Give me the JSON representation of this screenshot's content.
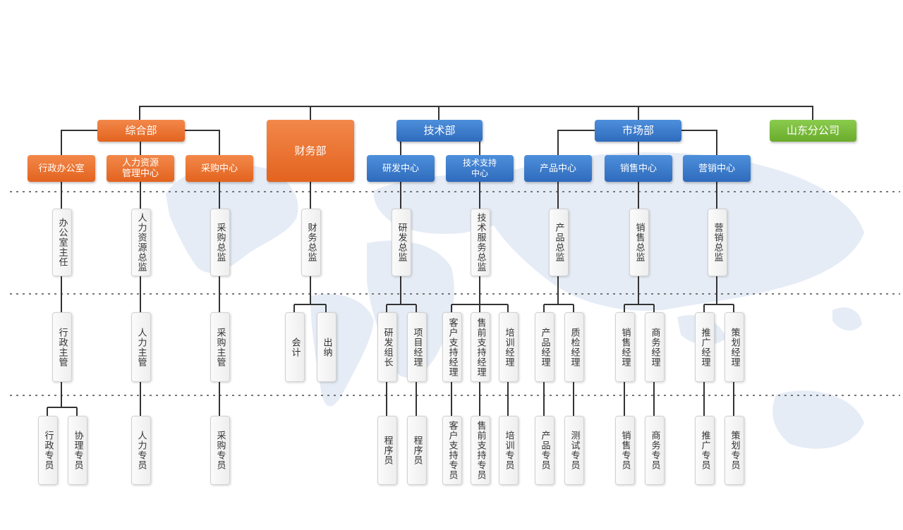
{
  "departments": {
    "general": {
      "label": "综合部",
      "color": "#e8702c"
    },
    "finance": {
      "label": "财务部",
      "color": "#e8702c"
    },
    "tech": {
      "label": "技术部",
      "color": "#3d7bcf"
    },
    "market": {
      "label": "市场部",
      "color": "#3d7bcf"
    },
    "shandong": {
      "label": "山东分公司",
      "color": "#7bbb3e"
    }
  },
  "centers": {
    "admin_office": "行政办公室",
    "hr_center": "人力资源\n管理中心",
    "purchase_center": "采购中心",
    "rd_center": "研发中心",
    "tech_support_center": "技术支持\n中心",
    "product_center": "产品中心",
    "sales_center": "销售中心",
    "marketing_center": "营销中心"
  },
  "directors": {
    "office_director": "办公室主任",
    "hr_director": "人力资源总监",
    "purchase_director": "采购总监",
    "finance_director": "财务总监",
    "rd_director": "研发总监",
    "tech_service_director": "技术服务总监",
    "product_director": "产品总监",
    "sales_director": "销售总监",
    "marketing_director": "营销总监"
  },
  "managers": {
    "admin_supervisor": "行政主管",
    "hr_supervisor": "人力主管",
    "purchase_supervisor": "采购主管",
    "accountant": "会计",
    "cashier": "出纳",
    "rd_group_leader": "研发组长",
    "project_manager": "项目经理",
    "customer_support_manager": "客户支持经理",
    "presales_support_manager": "售前支持经理",
    "training_manager": "培训经理",
    "product_manager": "产品经理",
    "qa_manager": "质检经理",
    "sales_manager": "销售经理",
    "business_manager": "商务经理",
    "promotion_manager": "推广经理",
    "planning_manager": "策划经理"
  },
  "staff": {
    "admin_specialist": "行政专员",
    "coordination_specialist": "协理专员",
    "hr_specialist": "人力专员",
    "purchase_specialist": "采购专员",
    "programmer_1": "程序员",
    "programmer_2": "程序员",
    "customer_support_specialist": "客户支持专员",
    "presales_support_specialist": "售前支持专员",
    "training_specialist": "培训专员",
    "product_specialist": "产品专员",
    "test_specialist": "测试专员",
    "sales_specialist": "销售专员",
    "business_specialist": "商务专员",
    "promotion_specialist": "推广专员",
    "planning_specialist": "策划专员"
  }
}
